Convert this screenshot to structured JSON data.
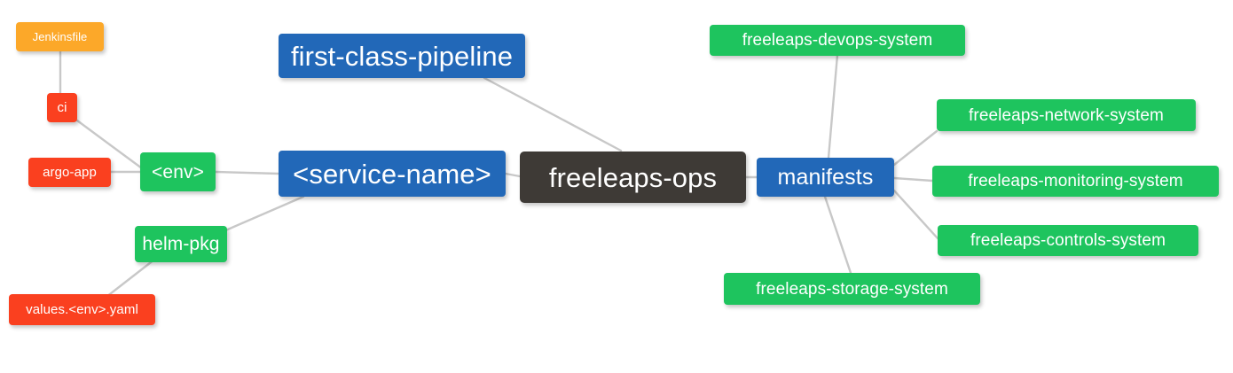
{
  "diagram": {
    "type": "mindmap",
    "title": "freeleaps-ops",
    "background": "#ffffff",
    "edge_color": "#c8c8c8",
    "palette": {
      "root_dark": "#3e3a36",
      "blue": "#2268b8",
      "green": "#1ec45e",
      "orange": "#fca829",
      "red": "#fa401f",
      "text": "#ffffff"
    }
  },
  "nodes": {
    "root": {
      "label": "freeleaps-ops"
    },
    "jenkinsfile": {
      "label": "Jenkinsfile"
    },
    "ci": {
      "label": "ci"
    },
    "argo_app": {
      "label": "argo-app"
    },
    "env": {
      "label": "<env>"
    },
    "helm_pkg": {
      "label": "helm-pkg"
    },
    "values_yaml": {
      "label": "values.<env>.yaml"
    },
    "service_name": {
      "label": "<service-name>"
    },
    "first_class_pipeline": {
      "label": "first-class-pipeline"
    },
    "manifests": {
      "label": "manifests"
    },
    "devops_system": {
      "label": "freeleaps-devops-system"
    },
    "network_system": {
      "label": "freeleaps-network-system"
    },
    "monitoring_system": {
      "label": "freeleaps-monitoring-system"
    },
    "controls_system": {
      "label": "freeleaps-controls-system"
    },
    "storage_system": {
      "label": "freeleaps-storage-system"
    }
  },
  "edges": [
    {
      "from": "jenkinsfile",
      "to": "ci"
    },
    {
      "from": "ci",
      "to": "env"
    },
    {
      "from": "argo_app",
      "to": "env"
    },
    {
      "from": "env",
      "to": "service_name"
    },
    {
      "from": "helm_pkg",
      "to": "service_name"
    },
    {
      "from": "values_yaml",
      "to": "helm_pkg"
    },
    {
      "from": "service_name",
      "to": "root"
    },
    {
      "from": "first_class_pipeline",
      "to": "root"
    },
    {
      "from": "root",
      "to": "manifests"
    },
    {
      "from": "manifests",
      "to": "devops_system"
    },
    {
      "from": "manifests",
      "to": "network_system"
    },
    {
      "from": "manifests",
      "to": "monitoring_system"
    },
    {
      "from": "manifests",
      "to": "controls_system"
    },
    {
      "from": "manifests",
      "to": "storage_system"
    }
  ]
}
